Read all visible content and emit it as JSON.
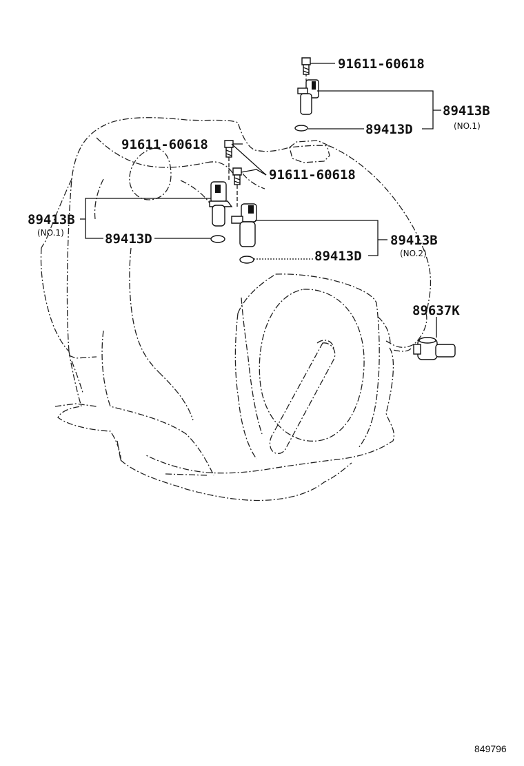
{
  "labels": {
    "bolt_top": "91611-60618",
    "bolt_left": "91611-60618",
    "bolt_mid": "91611-60618",
    "sensor_top": "89413B",
    "sensor_top_note": "(NO.1)",
    "oring_top": "89413D",
    "sensor_left": "89413B",
    "sensor_left_note": "(NO.1)",
    "oring_left": "89413D",
    "sensor_right": "89413B",
    "sensor_right_note": "(NO.2)",
    "oring_right": "89413D",
    "switch": "89637K"
  },
  "reference_number": "849796"
}
